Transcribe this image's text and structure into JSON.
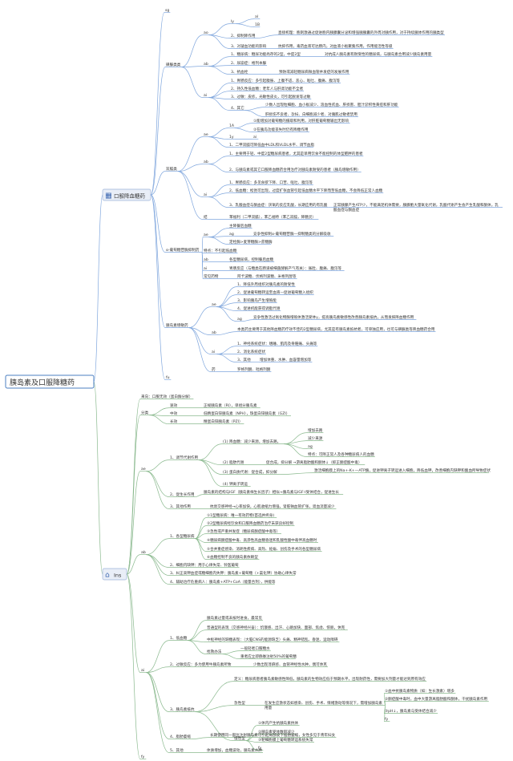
{
  "root": {
    "title": "胰岛素及口服降糖药"
  },
  "branches": [
    {
      "title": "口服降血糖药"
    },
    {
      "title": "Ins"
    }
  ],
  "top": [
    {
      "id": "t_sg",
      "text": "sg"
    },
    {
      "id": "t_ys",
      "text": "磺脲类类"
    },
    {
      "id": "t_ys_a",
      "text": "ao"
    },
    {
      "id": "t_ys_a1",
      "text": "ly"
    },
    {
      "id": "t_ys_a1a",
      "text": "al"
    },
    {
      "id": "t_ys_a1b",
      "text": "1B"
    },
    {
      "id": "t_ys_a2",
      "text": "2、抑制降作用"
    },
    {
      "id": "t_ys_a2d",
      "text": "直接机理：胞刺激通过促进胞内胰腺囊分泌和增强胰胰囊的外周对胰作用，对于持续胰体作用的胰类型"
    },
    {
      "id": "t_ys_a3",
      "text": "3、对凝血功能的影响"
    },
    {
      "id": "t_ys_a3d",
      "text": "抗抑作用，毒药血液可达肠内，对血液小板聚集作用，作用能活性等级"
    },
    {
      "id": "t_ys_b",
      "text": "ab"
    },
    {
      "id": "t_ys_b1",
      "text": "1、糖尿病：糖尿功能尚存的2型，中度2型"
    },
    {
      "id": "t_ys_b1d",
      "text": "对抗成人胰岛素有耐受性的糖尿病，与胰岛素合用减少胰岛素用量"
    },
    {
      "id": "t_ys_b2",
      "text": "2、尿崩症：格列本脲"
    },
    {
      "id": "t_ys_b3",
      "text": "3、抗血栓"
    },
    {
      "id": "t_ys_b3d",
      "text": "预防或减轻糖尿病微血管并发症的发展作用"
    },
    {
      "id": "t_ys_c",
      "text": "ai"
    },
    {
      "id": "t_ys_c1",
      "text": "1、胃肠反应：多引起腹胀、上腹不适、恶心、呕吐、腹痛、腹泻等"
    },
    {
      "id": "t_ys_c2",
      "text": "2、持久性低血糖：老年人与肝肾功能不全者"
    },
    {
      "id": "t_ys_c3",
      "text": "3、过敏：皮疹，光敏性皮炎，可引起脱发等过敏"
    },
    {
      "id": "t_ys_c4",
      "text": "4、其它"
    },
    {
      "id": "t_ys_c4a",
      "text": "少数人出现粒细胞、血小板减少、溶血性贫血、肝损害、胆汁淤积性黄疸和肝功能"
    },
    {
      "id": "t_ys_c4b",
      "text": "肝损伤不良者、孕妇、白细胞减少者、对胰肌过敏者禁用"
    },
    {
      "id": "t_sg2",
      "text": "双胍类"
    },
    {
      "id": "t_sg2_a",
      "text": "ae"
    },
    {
      "id": "t_sg2_a1",
      "text": "1A"
    },
    {
      "id": "t_sg2_a1a",
      "text": "①能增加对葡萄糖的摄取和利用，对肝脏葡萄糖输出无影响"
    },
    {
      "id": "t_sg2_a1b",
      "text": "②在胰岛功能丧失时仍有降糖作用"
    },
    {
      "id": "t_sg2_a2",
      "text": "1y"
    },
    {
      "id": "t_sg2_a2a",
      "text": "ai"
    },
    {
      "id": "t_sg2_a3",
      "text": "1、二甲双胍可降低血中LDL和VLDL水平、调节血脂"
    },
    {
      "id": "t_sg2_b",
      "text": "ab"
    },
    {
      "id": "t_sg2_b1",
      "text": "1、主要用于轻、中度2型糖尿病患者，尤其是单用饮食不能控制的体型肥胖的患者"
    },
    {
      "id": "t_sg2_b2",
      "text": "2、与胰岛素或其它口服降血糖药合用治疗对胰岛素耐受的患者（胰岛增敏作用）"
    },
    {
      "id": "t_sg2_c",
      "text": "ai"
    },
    {
      "id": "t_sg2_c1",
      "text": "1、胃肠反应：多见食欲下降、口苦、呕吐、腹泻等"
    },
    {
      "id": "t_sg2_c2",
      "text": "2、低血糖：松弛可出现，过度扩张血管引起低血糖水平下降而至低血糖，不会降低正常人血糖"
    },
    {
      "id": "t_sg2_c3",
      "text": "3、乳酸血症与酮血症：厌氧的反应乳酸，长期应用的有乳酸"
    },
    {
      "id": "t_sg2_c3d",
      "text": "正常胰腺产生ATP少，不能满足机体需要，胰腺胞大量氧化代谢，乳酸代谢产生会产生乳酸和酮体，乳酸血症与酮血症"
    },
    {
      "id": "t_sg2_d",
      "text": "结"
    },
    {
      "id": "t_sg2_d1",
      "text": "苯福利（二甲双胍），苯乙福特（苯乙双胍，降糖灵）"
    },
    {
      "id": "t_ag",
      "text": "α-葡萄糖苷酶抑制药"
    },
    {
      "id": "t_ag_a",
      "text": "ae"
    },
    {
      "id": "t_ag_a1",
      "text": "主降餐后血糖"
    },
    {
      "id": "t_ag_a2",
      "text": "ag"
    },
    {
      "id": "t_ag_a2d",
      "text": "竞争性抑制α-葡萄糖苷酶—抑制糖类的分解吸收"
    },
    {
      "id": "t_ag_a3",
      "text": "定栓酶>麦芽糖酶>蔗糖酶"
    },
    {
      "id": "t_ag_b",
      "text": "特点：不引起低血糖"
    },
    {
      "id": "t_ag_c",
      "text": "ab"
    },
    {
      "id": "t_ag_c1",
      "text": "各型糖尿病，控制餐后血糖"
    },
    {
      "id": "t_ag_d",
      "text": "ai"
    },
    {
      "id": "t_ag_d1",
      "text": "胃肠反应（与糖类在肠道被细菌酵解产气有关）：胀肚、腹痛、腹泻等"
    },
    {
      "id": "t_ag_e",
      "text": "常见药物"
    },
    {
      "id": "t_ag_e1",
      "text": "阿卡波糖、伏格列波糖、米格列醇等"
    },
    {
      "id": "t_ir",
      "text": "胰岛素增敏药"
    },
    {
      "id": "t_ir_a",
      "text": "ae"
    },
    {
      "id": "t_ir_a1",
      "text": "1、降低外周组织对胰岛素的耐受性"
    },
    {
      "id": "t_ir_a2",
      "text": "2、促进葡萄糖转运至血液—促进葡萄糖入组织"
    },
    {
      "id": "t_ir_a3",
      "text": "3、影响胰岛产生增殖能"
    },
    {
      "id": "t_ir_a4",
      "text": "4、促进机能获得调脂代谢"
    },
    {
      "id": "t_ir_a5",
      "text": "ag"
    },
    {
      "id": "t_ir_a5d",
      "text": "竞争性激活过氧化物酶增殖体激活受体γ，提高胰岛素敏感性改善胰岛素抵抗，从而发挥降血糖作用"
    },
    {
      "id": "t_ir_b",
      "text": "ab"
    },
    {
      "id": "t_ir_b1",
      "text": "本类药主要用于其他降血糖药疗效不佳的2型糖尿病，尤其是有胰岛素抵抗者，可单独应用，也可与磺脲类等降血糖药合用"
    },
    {
      "id": "t_ir_c",
      "text": "ai"
    },
    {
      "id": "t_ir_c1",
      "text": "1、神经系统症状：嗜睡、肌肉及骨骼痛、头痛等"
    },
    {
      "id": "t_ir_c2",
      "text": "2、消化系统症状"
    },
    {
      "id": "t_ir_c3",
      "text": "3、其他"
    },
    {
      "id": "t_ir_c3d",
      "text": "增加体重、水肿、血容量增加等"
    },
    {
      "id": "t_ir_d",
      "text": "药"
    },
    {
      "id": "t_ir_d1",
      "text": "罗格列酮、吡格列酮"
    },
    {
      "id": "t_sg3",
      "text": "fu"
    }
  ],
  "bottom": [
    {
      "id": "b_sl",
      "text": "来向：口服无效（蛋白酶分解）"
    },
    {
      "id": "b_fl",
      "text": "分类"
    },
    {
      "id": "b_fl1",
      "text": "速效"
    },
    {
      "id": "b_fl1d",
      "text": "正规胰岛素（RI），单组分胰岛素"
    },
    {
      "id": "b_fl2",
      "text": "中效"
    },
    {
      "id": "b_fl2d",
      "text": "低精蛋白锌胰岛素（NPH），珠蛋白锌胰岛素（GZI）"
    },
    {
      "id": "b_fl3",
      "text": "长效"
    },
    {
      "id": "b_fl3d",
      "text": "精蛋白锌胰岛素（PZI）"
    },
    {
      "id": "b_ae",
      "text": "ae"
    },
    {
      "id": "b_ae1",
      "text": "1、调节代谢作用"
    },
    {
      "id": "b_ae1a",
      "text": "(1) 降血糖：减少来源，增加去路。"
    },
    {
      "id": "b_ae1a1",
      "text": "增加去路"
    },
    {
      "id": "b_ae1a2",
      "text": "减少来源"
    },
    {
      "id": "b_ae1a3",
      "text": "ag"
    },
    {
      "id": "b_ae1a4",
      "text": "特点：可降正常人及各种糖尿病人的血糖"
    },
    {
      "id": "b_ae1b",
      "text": "(2) 脂肪代谢"
    },
    {
      "id": "b_ae1bd",
      "text": "促合成，抑分解 →游离脂肪酸和酮体↓（抑正酮症酸中毒）"
    },
    {
      "id": "b_ae1c",
      "text": "(3) 蛋白质代谢：促合成，抑分解"
    },
    {
      "id": "b_ae1cd",
      "text": "激活细胞膜上的Na+-K+—ATP酶，促进钾离子转运进入细胞，降低血钾，改善细胞内缺钾和酸血所导致症状"
    },
    {
      "id": "b_ae1d",
      "text": "(4) 钾离子转运"
    },
    {
      "id": "b_ae2",
      "text": "2、促生长作用"
    },
    {
      "id": "b_ae2d",
      "text": "胰岛素的结构与IGF（胰岛素样生长因子）相似→胰岛素与IGF-I受体结合，促进生长"
    },
    {
      "id": "b_ae3",
      "text": "3、其他作用"
    },
    {
      "id": "b_ae3d",
      "text": "抗衰交感神经→心率加快，心肌收缩力增强，肾脏钠血管扩张，肾血流量减少"
    },
    {
      "id": "b_ab",
      "text": "ab"
    },
    {
      "id": "b_ab1",
      "text": "1、各型糖尿病"
    },
    {
      "id": "b_ab1a",
      "text": "①1型糖尿病：唯一有效药物(首选并终身)"
    },
    {
      "id": "b_ab1b",
      "text": "②2型糖尿病经饮食和口服降血糖药治疗未获良好控制"
    },
    {
      "id": "b_ab1c",
      "text": "③急性或严重并发症（糖尿病酮症酸中毒等）"
    },
    {
      "id": "b_ab1d",
      "text": "④糖尿病酮症酸中毒、高渗性高血糖昏迷和乳酸性酸中毒伴高血糖时"
    },
    {
      "id": "b_ab1e",
      "text": "⑤合并重症感染、消耗性疾病、高热、妊娠、创伤及手术的各型糖尿病"
    },
    {
      "id": "b_ab1f",
      "text": "⑥血糖控制不良的胰岛素依赖型"
    },
    {
      "id": "b_ab2",
      "text": "2、细胞内缺钾：用于心律失常、铃医葡萄"
    },
    {
      "id": "b_ab3",
      "text": "3、纠正高钾血症或糖细胞内失钾：胰岛素+葡萄糖（+氯化钾）协助心律失常"
    },
    {
      "id": "b_ab4",
      "text": "4、辅助治疗危重病人：胰岛素+ATP+CoA（能量合剂），供能等"
    },
    {
      "id": "b_ai",
      "text": "ai"
    },
    {
      "id": "b_ai1",
      "text": "1、低血糖"
    },
    {
      "id": "b_ai1a",
      "text": "胰岛素过量或未按时进食，最常见"
    },
    {
      "id": "b_ai1b",
      "text": "普通型的表现（交感神经兴奋）：饥饿感、出汗、心跳加快、面部、焦虑、惊厥，休克"
    },
    {
      "id": "b_ai1c",
      "text": "中枢神经的缺糖表现：（大脑CNS的能源缺乏）头痛、精神错乱、昏迷、运动障碍"
    },
    {
      "id": "b_ai1d",
      "text": "抢救办法"
    },
    {
      "id": "b_ai1d1",
      "text": "一般轻者口服糖水"
    },
    {
      "id": "b_ai1d2",
      "text": "重者应立即静脉注射50%的葡萄糖"
    },
    {
      "id": "b_ai2",
      "text": "2、过敏反应：多为使用牛胰岛素所致"
    },
    {
      "id": "b_ai2d",
      "text": "少数出现荨麻疹、血管神经性水肿，偶可休克"
    },
    {
      "id": "b_ai3",
      "text": "3、胰岛素抵抗"
    },
    {
      "id": "b_ai3a",
      "text": "定义：糖尿病患者胰岛素敏感性降低，胰岛素的生物效应低于预期水平，出现耐药性，需要加大剂量才能达到原有效应"
    },
    {
      "id": "b_ai3b",
      "text": "急性型"
    },
    {
      "id": "b_ai3bd",
      "text": "在发生应激状态如感染、创伤、手术、情绪激动等情况下，需增加胰岛素用量"
    },
    {
      "id": "b_ai3b1",
      "text": "①血中抗胰岛素物质（如：生长激素）增多"
    },
    {
      "id": "b_ai3b2",
      "text": "②酮症酸中毒时，血中大量游离脂肪酸和酮体，干扰胰岛素作用"
    },
    {
      "id": "b_ai3b3",
      "text": "③pH↓，胰岛素与受体结合减少"
    },
    {
      "id": "b_ai3b4",
      "text": "fy"
    },
    {
      "id": "b_ai3c",
      "text": "慢性型"
    },
    {
      "id": "b_ai3c1",
      "text": "①体内产生抗胰岛素抗体"
    },
    {
      "id": "b_ai3c2",
      "text": "②胰岛素受体数目减少"
    },
    {
      "id": "b_ai3c3",
      "text": "③靶细胞膜上葡萄糖转运系统失常"
    },
    {
      "id": "b_ai3c4",
      "text": "fy"
    },
    {
      "id": "b_ai4",
      "text": "4、脂肪萎缩"
    },
    {
      "id": "b_ai4d",
      "text": "长期使用同一部位注射胰岛素可引起局部皮下脂肪萎缩，女性多见于青年妇女"
    },
    {
      "id": "b_ai5",
      "text": "5、其他"
    },
    {
      "id": "b_ai5d",
      "text": "体质增加，血糖波动，胰岛素水肿"
    },
    {
      "id": "b_fy",
      "text": "fy"
    }
  ]
}
